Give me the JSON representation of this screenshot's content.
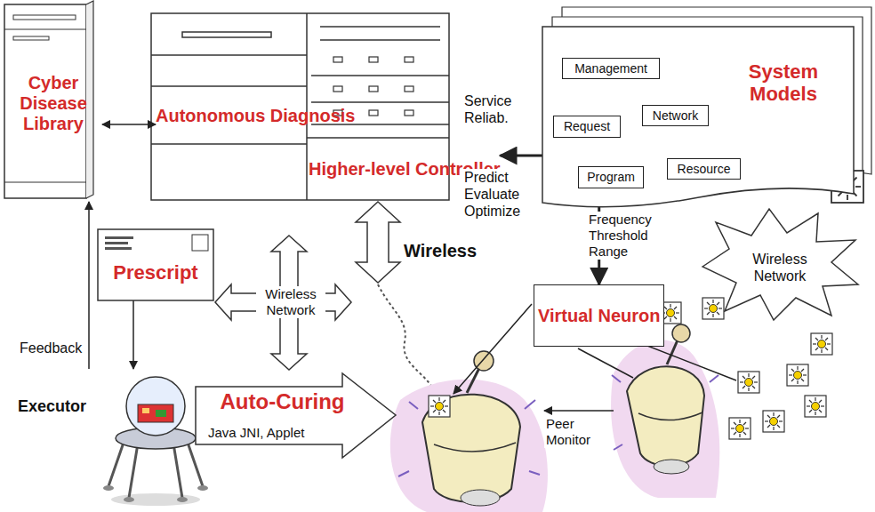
{
  "diagram": {
    "nodes": [
      {
        "text": [
          "Cyber Disease Library"
        ]
      },
      {
        "text": [
          "Autonomous Diagnosis"
        ]
      },
      {
        "text": [
          "Higher-level Controller"
        ]
      },
      {
        "text": [
          "System Models"
        ]
      },
      {
        "text": [
          "Management"
        ],
        "in": 3
      },
      {
        "text": [
          "Request"
        ],
        "in": 3
      },
      {
        "text": [
          "Network"
        ],
        "in": 3
      },
      {
        "text": [
          "Program"
        ],
        "in": 3
      },
      {
        "text": [
          "Resource"
        ],
        "in": 3
      },
      {
        "text": [
          "Prescript"
        ]
      },
      {
        "text": [
          "Virtual Neuron"
        ]
      },
      {
        "text": [
          "Executor"
        ]
      },
      {
        "text": [
          "Auto-Curing"
        ]
      }
    ],
    "edges": [
      {
        "from": 0,
        "to": 1,
        "arrow": "both"
      },
      {
        "from": 3,
        "to": 2,
        "label": "Service Reliab.",
        "arrow": "to"
      },
      {
        "from": 5,
        "to": 4,
        "arrow": "to"
      },
      {
        "from": 4,
        "to": 6,
        "arrow": "to"
      },
      {
        "from": 6,
        "to": 7,
        "arrow": "to"
      },
      {
        "from": 7,
        "to": 5,
        "arrow": "to"
      },
      {
        "from": 6,
        "to": 8,
        "arrow": "to"
      },
      {
        "from": 4,
        "to": 8,
        "arrow": "both"
      },
      {
        "from": 3,
        "to": 10,
        "label": "Frequency Threshold Range",
        "arrow": "to"
      },
      {
        "from": 9,
        "to": 11,
        "arrow": "to"
      },
      {
        "from": 11,
        "to": 0,
        "label": "Feedback",
        "arrow": "to"
      }
    ],
    "labels": [
      "Predict Evaluate Optimize",
      "Wireless",
      "Wireless Network",
      "Wireless Network",
      "Java JNI, Applet",
      "Peer Monitor"
    ]
  }
}
